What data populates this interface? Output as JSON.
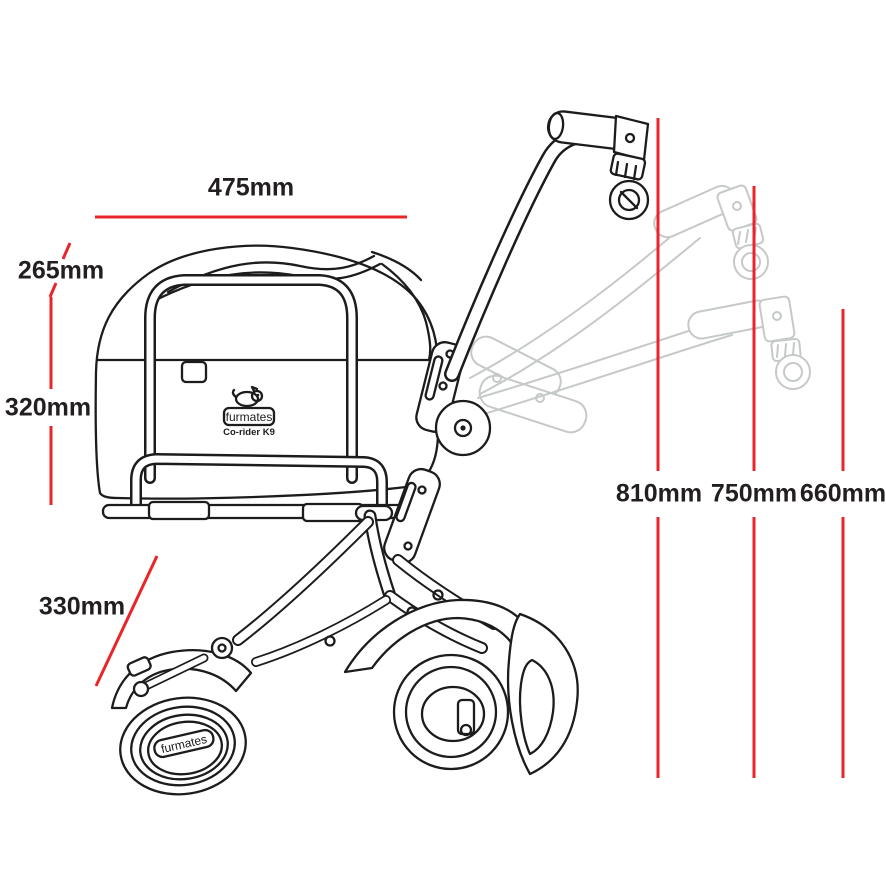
{
  "diagram": {
    "product": {
      "brand": "furmates",
      "model": "Co-rider K9",
      "wheel_label": "furmates"
    },
    "measurements": {
      "carrier_width": "475mm",
      "carrier_depth": "265mm",
      "carrier_height": "320mm",
      "base_depth": "330mm",
      "handle_height_high": "810mm",
      "handle_height_mid": "750mm",
      "handle_height_low": "660mm"
    },
    "colors": {
      "measurement_line": "#e8252b",
      "line_art": "#1c1c1c",
      "ghost_handle": "#c5c9c8",
      "label_text": "#231f20"
    }
  }
}
